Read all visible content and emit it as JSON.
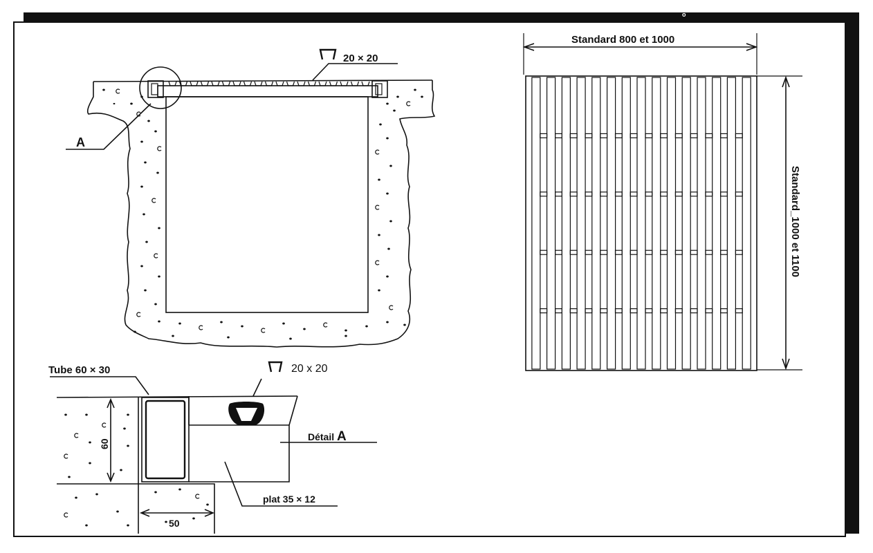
{
  "labels": {
    "top_profile": "20 × 20",
    "marker_a": "A",
    "tube": "Tube 60 × 30",
    "detail_profile": "20 x 20",
    "detail_a_prefix": "Détail ",
    "detail_a_letter": "A",
    "plat": "plat 35 × 12",
    "dim_60": "60",
    "dim_50": "50",
    "width_standard": "Standard 800 et 1000",
    "height_standard": "Standard_1000 et 1100",
    "corner_mark": "o"
  },
  "grating": {
    "bar_count": 15,
    "crossbar_levels": 4
  },
  "colors": {
    "ink": "#111111",
    "paper": "#ffffff",
    "frame_shadow": "#111111"
  }
}
